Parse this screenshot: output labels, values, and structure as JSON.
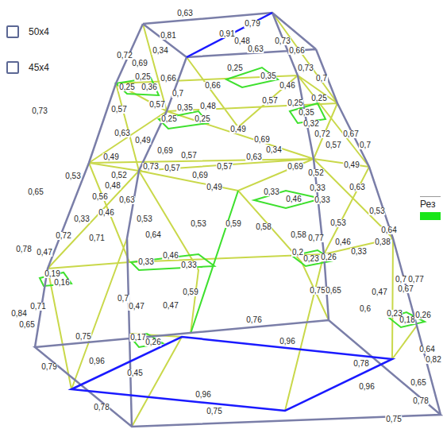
{
  "diagram": {
    "labels": [
      "0,63",
      "0,79",
      "0,81",
      "0,91",
      "0,72",
      "0,69",
      "0,34",
      "0,48",
      "0,63",
      "0,73",
      "0,66",
      "0,73",
      "0,7",
      "0,25",
      "0,25",
      "0,36",
      "0,66",
      "0,7",
      "0,66",
      "0,25",
      "0,35",
      "0,46",
      "0,25",
      "0,25",
      "0,73",
      "0,57",
      "0,57",
      "0,63",
      "0,25",
      "0,35",
      "0,25",
      "0,48",
      "0,57",
      "0,35",
      "0,32",
      "0,72",
      "0,57",
      "0,67",
      "0,7",
      "0,49",
      "0,69",
      "0,34",
      "0,49",
      "0,69",
      "0,57",
      "0,73",
      "0,57",
      "0,49",
      "0,69",
      "0,52",
      "0,49",
      "0,69",
      "0,57",
      "0,49",
      "0,63",
      "0,33",
      "0,46",
      "0,33",
      "0,33",
      "0,53",
      "0,52",
      "0,48",
      "0,65",
      "0,56",
      "0,33",
      "0,46",
      "0,71",
      "0,72",
      "0,47",
      "0,78",
      "0,63",
      "0,53",
      "0,64",
      "0,53",
      "0,59",
      "0,58",
      "0,58",
      "0,77",
      "0,53",
      "0,63",
      "0,53",
      "0,64",
      "0,46",
      "0,33",
      "0,38",
      "0,33",
      "0,46",
      "0,33",
      "0,2",
      "0,23",
      "0,26",
      "0,19",
      "0,16",
      "0,7",
      "0,47",
      "0,47",
      "0,59",
      "0,84",
      "0,65",
      "0,71",
      "0,75",
      "0,65",
      "0,6",
      "0,47",
      "0,7",
      "0,67",
      "0,77",
      "0,23",
      "0,18",
      "0,26",
      "0,17",
      "0,26",
      "0,75",
      "0,76",
      "0,79",
      "0,96",
      "0,96",
      "0,78",
      "0,64",
      "0,82",
      "0,65",
      "0,96",
      "0,96",
      "0,78",
      "0,75",
      "0,75",
      "0,78",
      "0,45"
    ],
    "legend": [
      {
        "text": "50x4"
      },
      {
        "text": "45x4"
      },
      {
        "text": "Рез",
        "color": "#19e619"
      }
    ]
  }
}
